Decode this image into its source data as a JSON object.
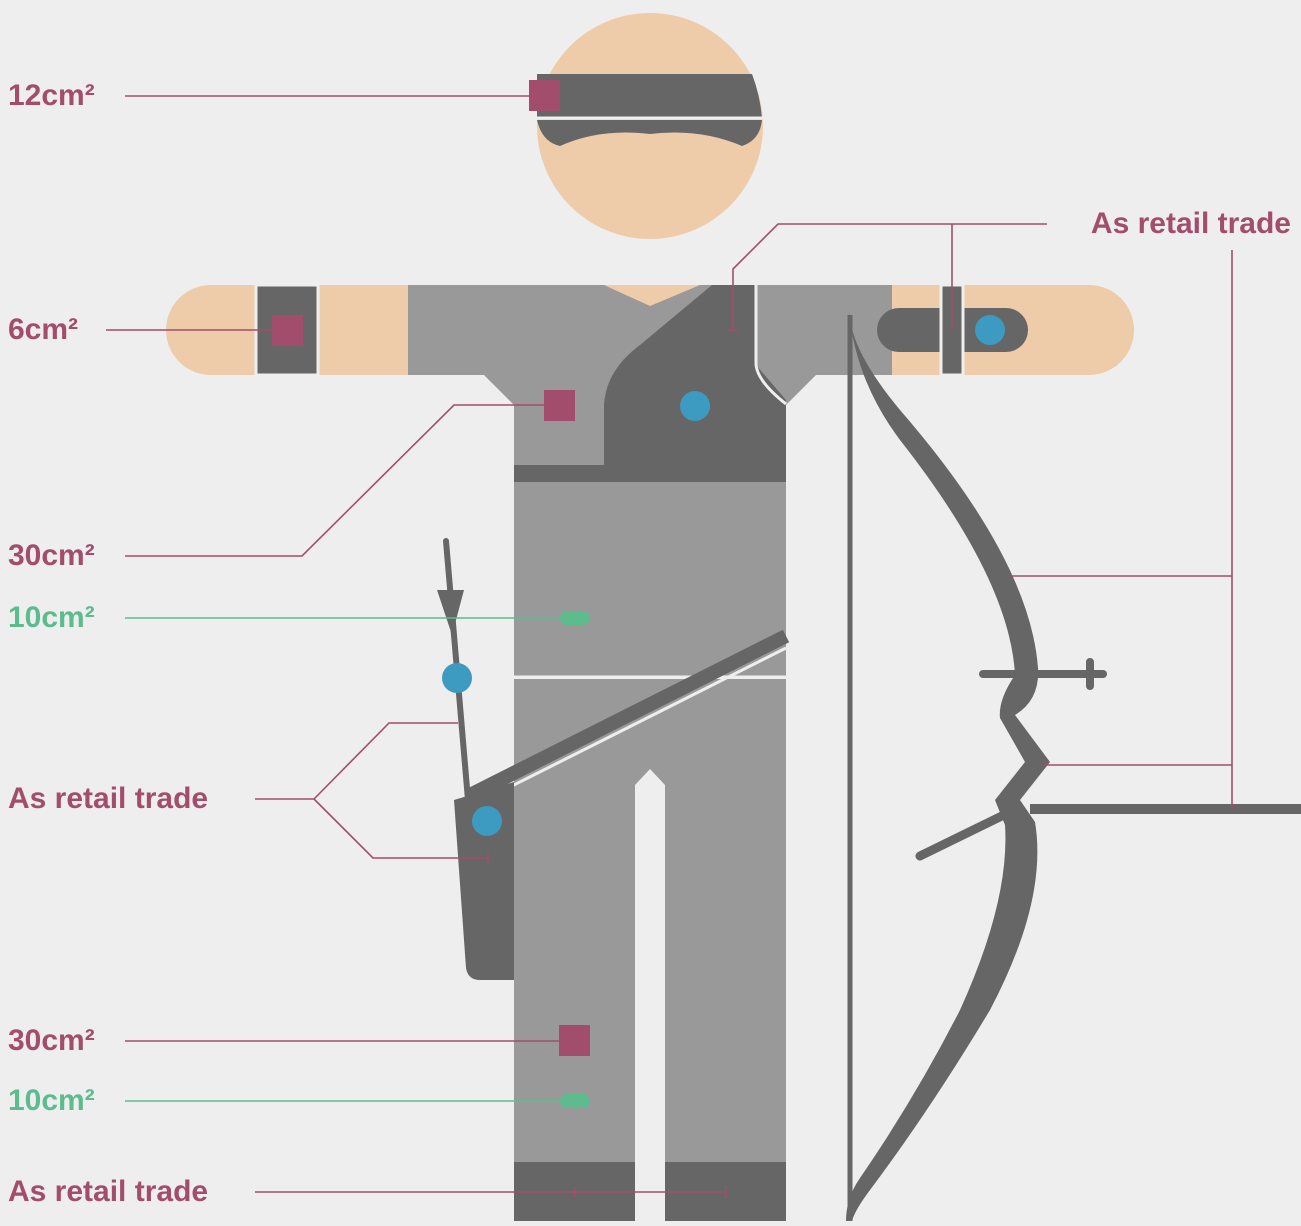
{
  "colors": {
    "background": "#eeeeee",
    "skin": "#eeccaa",
    "clothing_light": "#999999",
    "clothing_dark": "#666666",
    "marker_square": "#a34d6c",
    "marker_dot": "#3d9ac0",
    "marker_pill": "#5dbc8e",
    "leader_pink": "#a34d6c",
    "leader_green": "#5dbc8e"
  },
  "labels": {
    "head_area": "12cm²",
    "wrist_area": "6cm²",
    "chest_area": "30cm²",
    "belly_area": "10cm²",
    "equipment_left": "As retail trade",
    "leg_area": "30cm²",
    "leg_small_area": "10cm²",
    "boots": "As retail trade",
    "equipment_right": "As retail trade"
  }
}
